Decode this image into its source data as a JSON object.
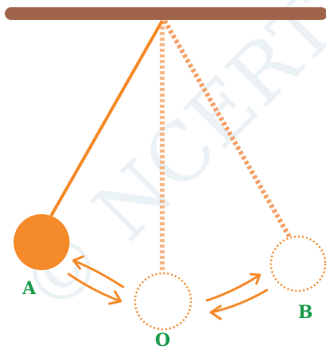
{
  "colors": {
    "support": "#a0644a",
    "pendulum": "#f58a2a",
    "rest_string": "#f5b98a",
    "dash_string": "#f5a068",
    "label": "#1a9a4a",
    "watermark": "#d8e6ee"
  },
  "labels": {
    "A": "A",
    "O": "O",
    "B": "B"
  },
  "watermark": {
    "text": "© NCERT not to be republished"
  }
}
